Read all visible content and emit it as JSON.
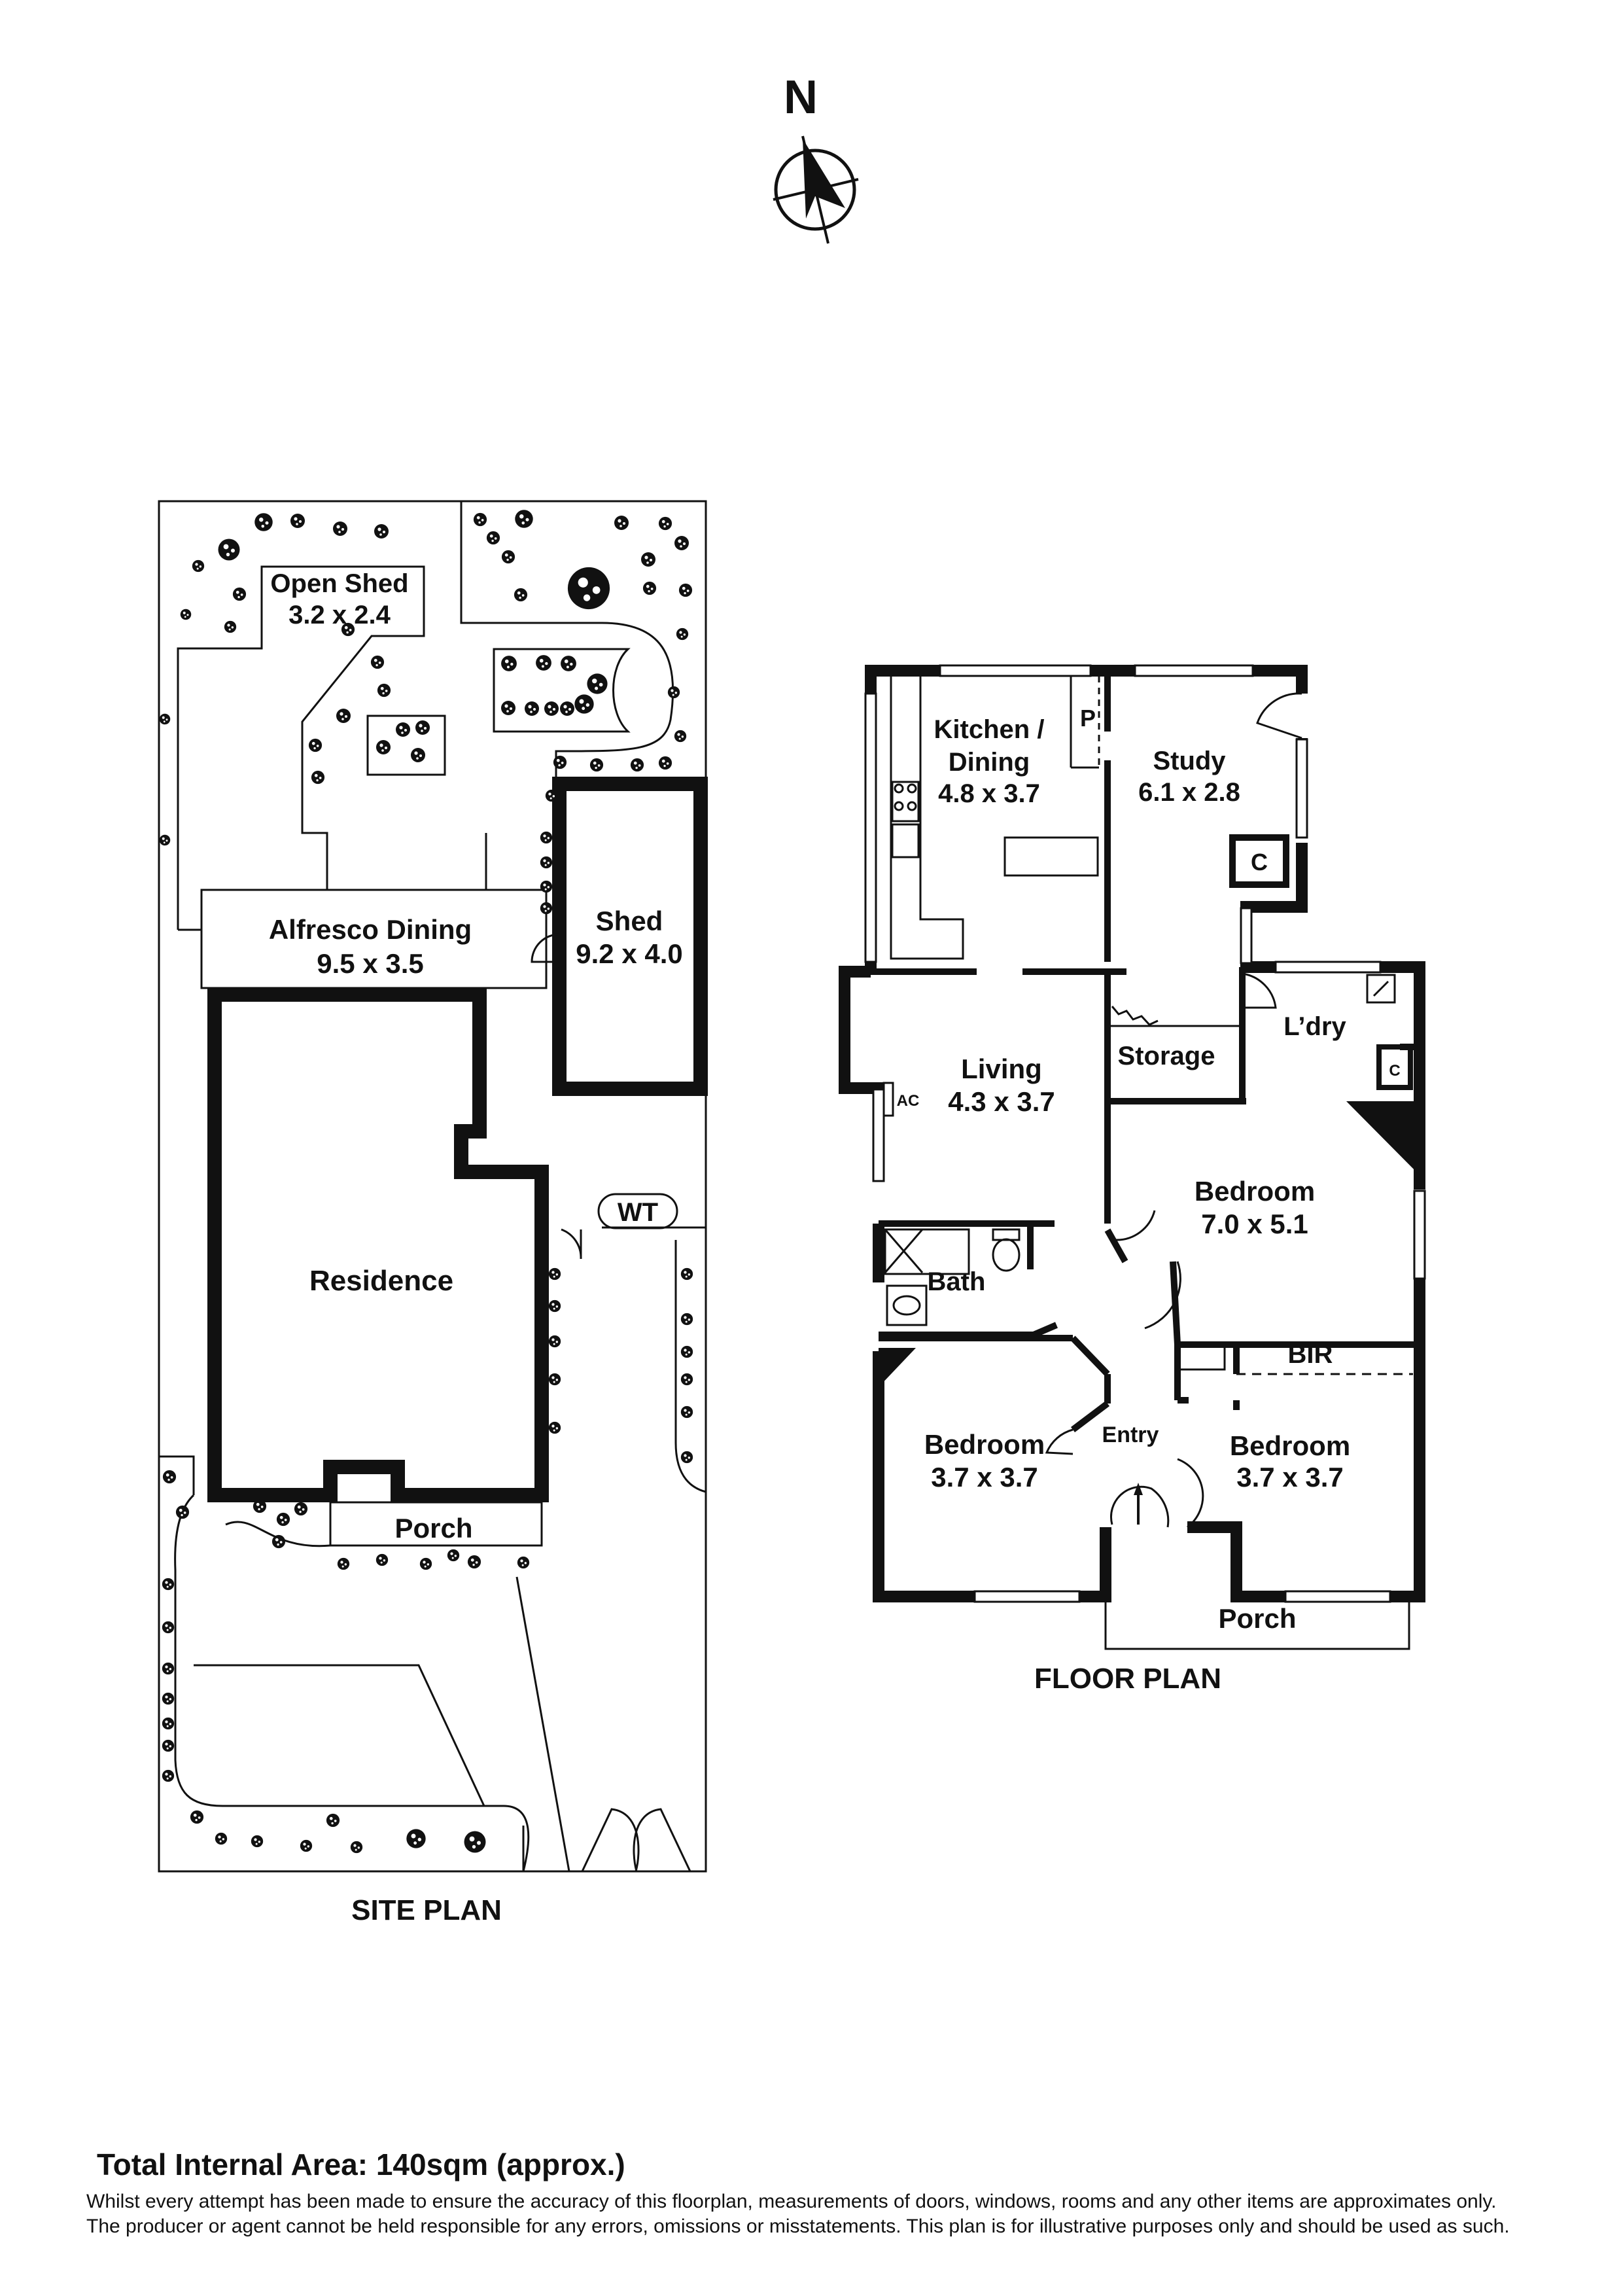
{
  "compass": {
    "letter": "N"
  },
  "site_plan": {
    "title": "SITE PLAN",
    "open_shed": {
      "name": "Open Shed",
      "size": "3.2 x 2.4"
    },
    "alfresco": {
      "name": "Alfresco Dining",
      "size": "9.5 x 3.5"
    },
    "shed": {
      "name": "Shed",
      "size": "9.2 x 4.0"
    },
    "residence": {
      "name": "Residence"
    },
    "water_tank": {
      "name": "WT"
    },
    "porch": {
      "name": "Porch"
    }
  },
  "floor_plan": {
    "title": "FLOOR PLAN",
    "kitchen": {
      "name": "Kitchen /",
      "name2": "Dining",
      "size": "4.8 x 3.7"
    },
    "pantry": {
      "name": "P"
    },
    "study": {
      "name": "Study",
      "size": "6.1 x 2.8"
    },
    "study_cupboard": {
      "name": "C"
    },
    "living": {
      "name": "Living",
      "size": "4.3 x 3.7"
    },
    "ac": {
      "name": "AC"
    },
    "storage": {
      "name": "Storage"
    },
    "laundry": {
      "name": "L’dry"
    },
    "laundry_cupboard": {
      "name": "C"
    },
    "bedroom_main": {
      "name": "Bedroom",
      "size": "7.0 x 5.1"
    },
    "bath": {
      "name": "Bath"
    },
    "bir": {
      "name": "BIR"
    },
    "bedroom_left": {
      "name": "Bedroom",
      "size": "3.7 x 3.7"
    },
    "entry": {
      "name": "Entry"
    },
    "bedroom_right": {
      "name": "Bedroom",
      "size": "3.7 x 3.7"
    },
    "porch": {
      "name": "Porch"
    }
  },
  "footer": {
    "total_area": "Total Internal Area: 140sqm (approx.)",
    "disclaimer_line1": "Whilst every attempt has been made to ensure the accuracy of this floorplan, measurements of doors, windows, rooms and any other items are approximates only.",
    "disclaimer_line2": "The producer or agent cannot be held responsible for any errors, omissions or misstatements. This plan is for illustrative purposes only and should be used as such."
  }
}
